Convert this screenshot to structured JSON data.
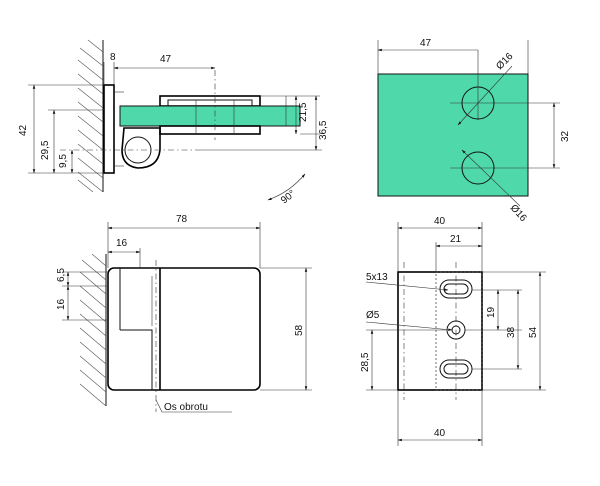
{
  "colors": {
    "glass": "#4fd9aa",
    "line": "#111111",
    "background": "#ffffff"
  },
  "side_view": {
    "dim_8": "8",
    "dim_47": "47",
    "dim_42": "42",
    "dim_29_5": "29,5",
    "dim_9_5": "9,5",
    "dim_21_5": "21,5",
    "dim_36_5": "36,5",
    "angle": "90°"
  },
  "glass_view": {
    "dim_47": "47",
    "dia_top": "Ø16",
    "dia_bottom": "Ø16",
    "dim_32": "32"
  },
  "front_view": {
    "dim_78": "78",
    "dim_16_top": "16",
    "dim_6_5": "6,5",
    "dim_16_side": "16",
    "dim_58": "58",
    "pivot_label": "Os obrotu"
  },
  "plate_view": {
    "dim_40_top": "40",
    "dim_21": "21",
    "slot": "5x13",
    "hole": "Ø5",
    "dim_19": "19",
    "dim_38": "38",
    "dim_54": "54",
    "dim_28_5": "28,5",
    "dim_40_bottom": "40"
  }
}
